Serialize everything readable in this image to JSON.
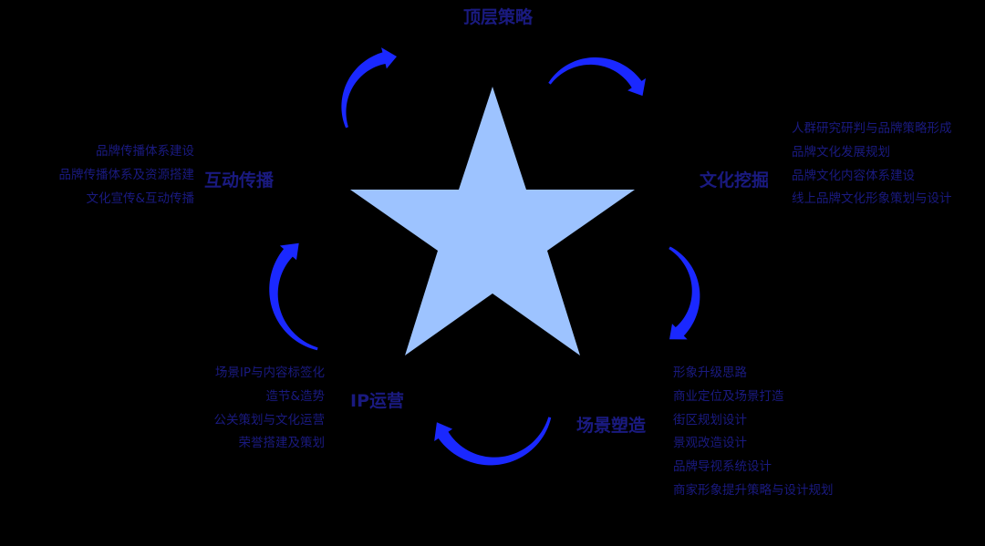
{
  "colors": {
    "background": "#000000",
    "star_fill": "#9dc3ff",
    "arrow_fill": "#1a28ff",
    "text": "#1a1a80"
  },
  "icons": {
    "center": "star-icon",
    "cycle_arrows": "curved-arrow-icon"
  },
  "nodes": {
    "top": {
      "title": "顶层策略",
      "items": []
    },
    "right": {
      "title": "文化挖掘",
      "items": [
        "人群研究研判与品牌策略形成",
        "品牌文化发展规划",
        "品牌文化内容体系建设",
        "线上品牌文化形象策划与设计"
      ]
    },
    "bottom_right": {
      "title": "场景塑造",
      "items": [
        "形象升级思路",
        "商业定位及场景打造",
        "街区规划设计",
        "景观改造设计",
        "品牌导视系统设计",
        "商家形象提升策略与设计规划"
      ]
    },
    "bottom_left": {
      "title": "IP运营",
      "items": [
        "场景IP与内容标签化",
        "造节&造势",
        "公关策划与文化运营",
        "荣誉搭建及策划"
      ]
    },
    "left": {
      "title": "互动传播",
      "items": [
        "品牌传播体系建设",
        "品牌传播体系及资源搭建",
        "文化宣传&互动传播"
      ]
    }
  }
}
